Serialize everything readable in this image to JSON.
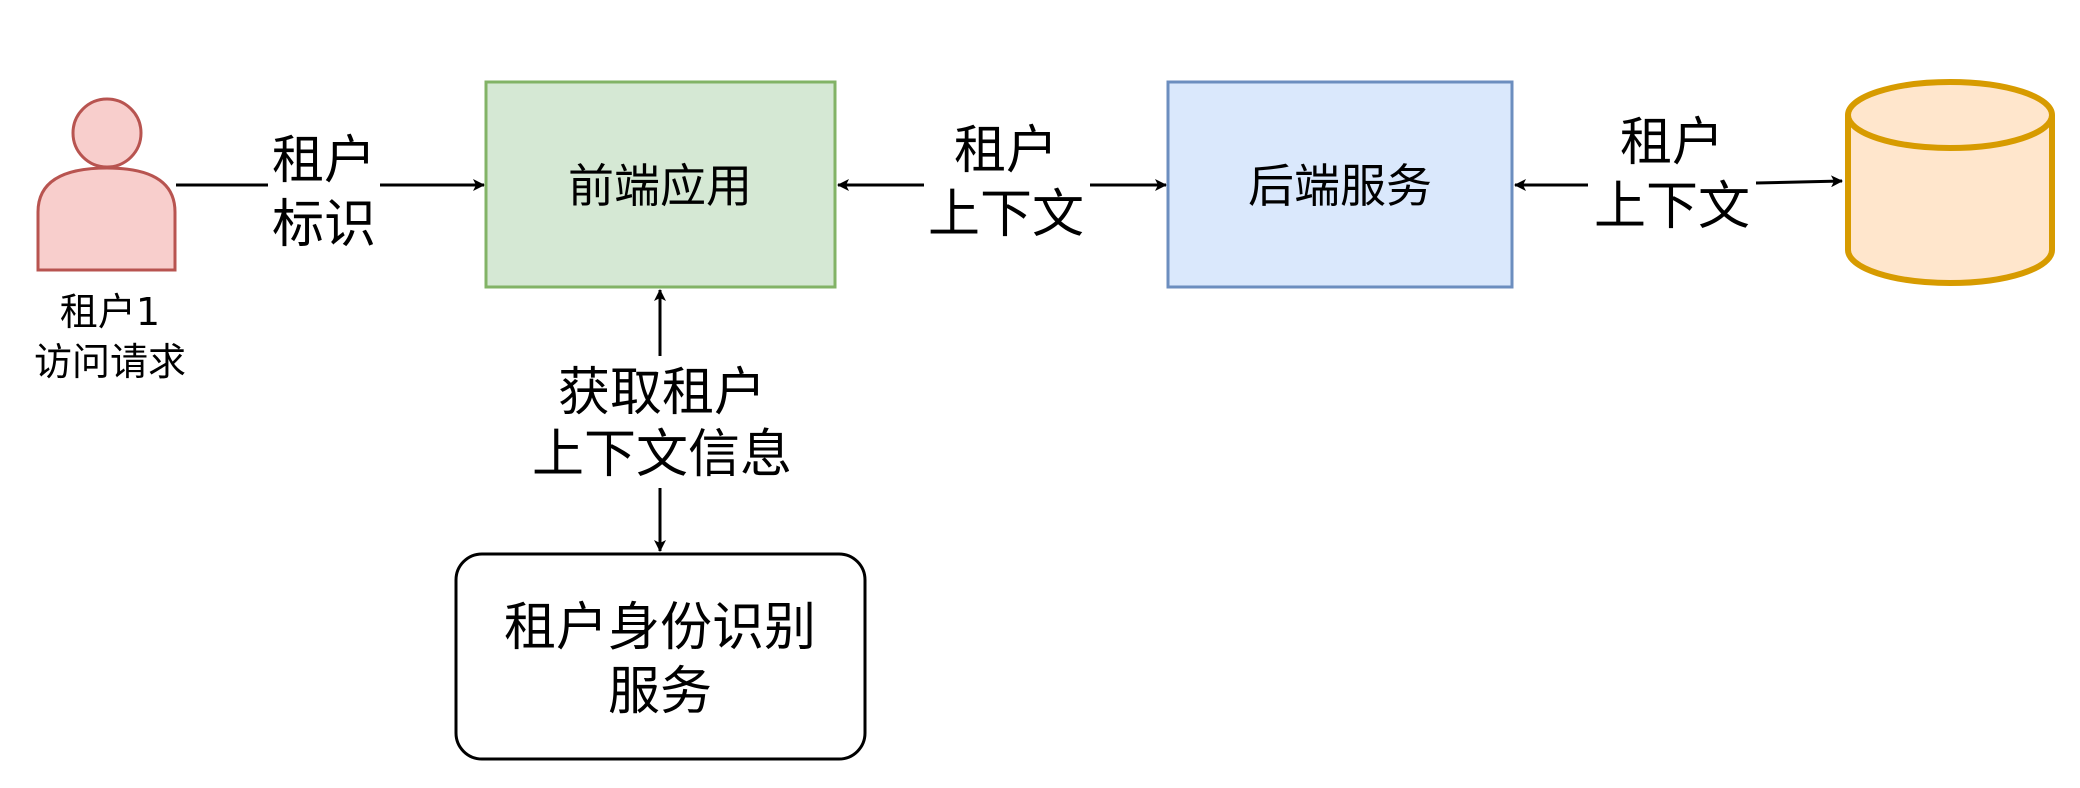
{
  "diagram": {
    "actor": {
      "label_lines": [
        "租户1",
        "访问请求"
      ],
      "fill": "#f8cecc",
      "stroke": "#b85450"
    },
    "nodes": {
      "frontend": {
        "label": "前端应用",
        "fill": "#d5e8d4",
        "stroke": "#82b366"
      },
      "backend": {
        "label": "后端服务",
        "fill": "#dae8fc",
        "stroke": "#6c8ebf"
      },
      "identity_service": {
        "label_lines": [
          "租户身份识别",
          "服务"
        ],
        "fill": "#ffffff",
        "stroke": "#000000"
      },
      "database": {
        "fill": "#ffe6cc",
        "stroke": "#d79b00"
      }
    },
    "edges": {
      "actor_to_frontend": {
        "label_lines": [
          "租户",
          "标识"
        ]
      },
      "frontend_backend": {
        "label_lines": [
          "租户",
          "上下文"
        ]
      },
      "backend_database": {
        "label_lines": [
          "租户",
          "上下文"
        ]
      },
      "frontend_identity": {
        "label_lines": [
          "获取租户",
          "上下文信息"
        ]
      }
    }
  }
}
